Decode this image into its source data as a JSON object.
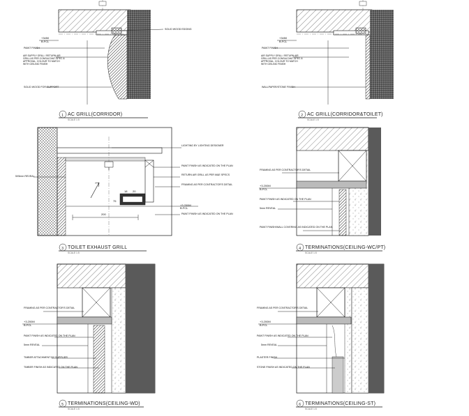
{
  "details": [
    {
      "number": "1",
      "title": "AC GRILL(CORRIDOR)",
      "scale": "SCALE 1:5",
      "level": "+3450",
      "level_sub": "B.FCL",
      "labels": [
        "SOLID WOOD EDGING",
        "PAINT FINISH",
        "AIR SUPPLY GRILL / RETURN AIR GRILL AS PER CONSULTANT SPEC & APPROVAL, COLOUR TO MATCH WITH CEILING FINISH",
        "SOLID WOOD FOR SUPPORT"
      ]
    },
    {
      "number": "2",
      "title": "AC GRILL(CORRIDOR&TOILET)",
      "scale": "SCALE 1:5",
      "level": "+3450",
      "level_sub": "B.FCL",
      "labels": [
        "PAINT FINISH",
        "AIR SUPPLY GRILL / RETURN AIR GRILL AS PER CONSULTANT SPEC & APPROVAL, COLOUR TO MATCH WITH CEILING FINISH",
        "WALLPAPER/STONE FINISH"
      ]
    },
    {
      "number": "3",
      "title": "TOILET EXHAUST GRILL",
      "scale": "SCALE 1:5",
      "level": "+3.200M",
      "level_sub": "B.FCL",
      "dim_1": "18",
      "dim_2": "20",
      "dim_3": "200",
      "dim_4": "75",
      "labels": [
        "LIGHTING BY LIGHTING DESIGNER",
        "PAINT FINISH AS INDICATED ON THE PLAN",
        "RETURN AIR GRILL AS PER M&E SPECS",
        "FRAMING AS PER CONTRACTOR'S DETAIL",
        "PAINT FINISH AS INDICATED ON THE PLAN",
        "5X5mm REVEAL"
      ]
    },
    {
      "number": "4",
      "title": "TERMINATIONS(CEILING-WC/PT)",
      "scale": "SCALE 1:5",
      "level": "+3.200M",
      "level_sub": "B.FCL",
      "labels": [
        "FRAMING AS PER CONTRACTOR'S DETAIL",
        "PAINT FINISH AS INDICATED ON THE PLAN",
        "5mm REVEAL",
        "PAINT FINISH/WALL COVERING AS INDICATED ON THE PLAN"
      ]
    },
    {
      "number": "5",
      "title": "TERMINATIONS(CEILING-WD)",
      "scale": "SCALE 1:5",
      "level": "+3.200M",
      "level_sub": "B.FCL",
      "labels": [
        "FRAMING AS PER CONTRACTOR'S DETAIL",
        "PAINT FINISH AS INDICATED ON THE PLAN",
        "5mm REVEAL",
        "TIMBER ATTACHMENT BY SUPPLIER",
        "TIMBER FINISH AS INDICATED ON THE PLAN"
      ]
    },
    {
      "number": "6",
      "title": "TERMINATIONS(CEILING-ST)",
      "scale": "SCALE 1:5",
      "level": "+3.200M",
      "level_sub": "B.FCL",
      "labels": [
        "FRAMING AS PER CONTRACTOR'S DETAIL",
        "PAINT FINISH AS INDICATED ON THE PLAN",
        "5mm REVEAL",
        "PLASTER FINISH",
        "STONE FINISH AS INDICATED ON THE PLAN"
      ]
    }
  ]
}
